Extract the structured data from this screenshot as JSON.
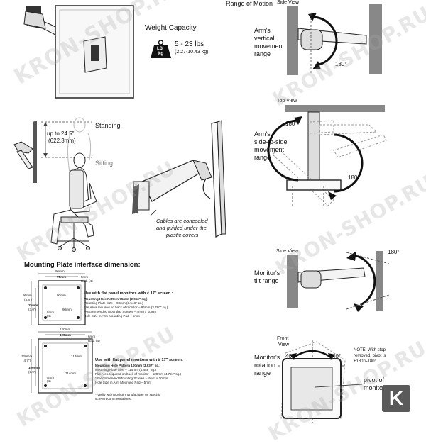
{
  "weight": {
    "title": "Weight Capacity",
    "badge_top": "LB",
    "badge_bottom": "kg",
    "range_lbs": "5 - 23 lbs",
    "range_kg": "(2.27-10.43 kg)"
  },
  "height": {
    "up_to": "up to 24.5\"",
    "up_to_mm": "(622.3mm)",
    "standing": "Standing",
    "sitting": "Sitting"
  },
  "cables": {
    "line1": "Cables are concealed",
    "line2": "and  guided under the",
    "line3": "plastic covers"
  },
  "range_of_motion": {
    "title": "Range of Motion",
    "side_view": "Side View",
    "vertical_label": [
      "Arm's",
      "vertical",
      "movement",
      "range"
    ],
    "vertical_deg": "180°",
    "top_view": "Top View",
    "side_label": [
      "Arm's",
      "side-to-side",
      "movement",
      "range"
    ],
    "top_deg_left": "180°",
    "top_deg_right": "180°",
    "side_view_2": "Side View",
    "tilt_label": [
      "Monitor's",
      "tilt range"
    ],
    "tilt_deg": "180°",
    "front_view": [
      "Front",
      "View"
    ],
    "rotation_label": [
      "Monitor's",
      "rotation",
      "range"
    ],
    "rot_deg_left": "40°",
    "rot_deg_right": "40°",
    "note": [
      "NOTE: With stop",
      "removed, pivot is",
      "+180°/-180°"
    ],
    "pivot": [
      "pivot of",
      "monitor"
    ]
  },
  "mounting": {
    "title": "Mounting Plate interface dimension:",
    "small": {
      "heading": "Use with flat panel monitors with < 17\" screen :",
      "lines": [
        "Mounting Hole Pattern 75mm (2.953\" sq.)",
        "Mounting Plate Size – 90mm (3.543\" sq.)",
        "Flat Area required on back of monitor – 96mm (3.780\" sq.)",
        "*Recommended Mounting Screws – 4mm x 10mm",
        "Hole Size in Arm Mounting Pad – 5mm"
      ],
      "dims": {
        "top": "96mm",
        "top2": "75mm",
        "inner": "90mm",
        "left": "96mm",
        "left_in": "(3.8\")",
        "hole": "75mm",
        "hole_in": "(3.0\")",
        "side": "90mm",
        "corner": "5mm",
        "corner2": "Rad. (4)",
        "bottom_hole": "5mm",
        "bottom_hole2": "(4)"
      }
    },
    "large": {
      "heading": "Use with flat panel monitors with ≥ 17\" screen:",
      "lines": [
        "Mounting Hole Pattern 100mm (3.937\" sq.)",
        "Mounting Plate Size – 114mm (4.488\" sq.)",
        "Flat Area required on back of monitor – 120mm (4.724\" sq.)",
        "*Recommended Mounting Screws – 4mm x 10mm",
        "Hole Size in Arm Mounting Pad – 5mm"
      ],
      "dims": {
        "top": "120mm",
        "top2": "100mm",
        "inner": "114mm",
        "left": "120mm",
        "left_in": "(4.7\")",
        "hole": "100mm",
        "hole_in": "(3.9\")",
        "side": "114mm",
        "corner": "6mm",
        "corner2": "Rad. (4)",
        "bottom_hole": "5mm",
        "bottom_hole2": "(4)"
      }
    },
    "footnote": [
      "* Verify with monitor manufacturer on specific",
      "screw recommendations."
    ]
  },
  "watermark": "KRON-SHOP.RU",
  "badge_letter": "K",
  "colors": {
    "ink": "#1a1a1a",
    "light_ink": "#888888",
    "bar_gray": "#888888",
    "badge": "#5a5a5a"
  }
}
